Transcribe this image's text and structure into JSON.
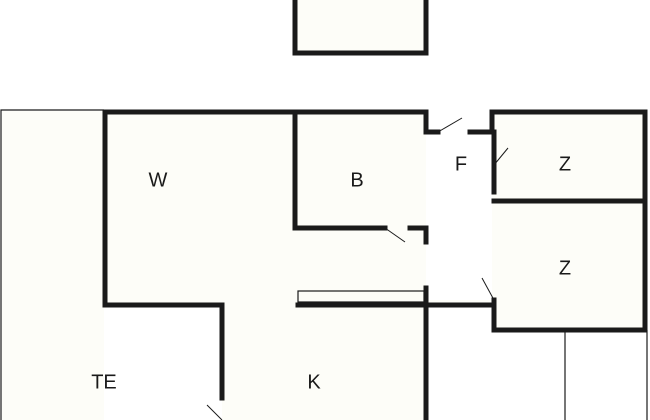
{
  "rooms": {
    "w": "W",
    "b": "B",
    "f": "F",
    "z_top": "Z",
    "z_bottom": "Z",
    "te": "TE",
    "k": "K"
  },
  "colors": {
    "wall": "#1a1a1a",
    "floor": "#fdfdf8",
    "background": "#ffffff"
  }
}
